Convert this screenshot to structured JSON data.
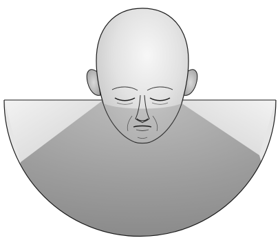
{
  "diagram": {
    "subject": "head-face-illustration",
    "elements": [
      "head",
      "eyes-closed",
      "nose",
      "mouth",
      "ears",
      "field-of-view-fan"
    ]
  },
  "colors": {
    "background": "#ffffff",
    "outline": "#1a1a1a",
    "skin_light": "#f2f2f2",
    "skin_mid": "#d6d6d6",
    "skin_dark": "#a8a8a8",
    "fan_light": "#eeeeee",
    "fan_dark": "#8c8c8c"
  }
}
